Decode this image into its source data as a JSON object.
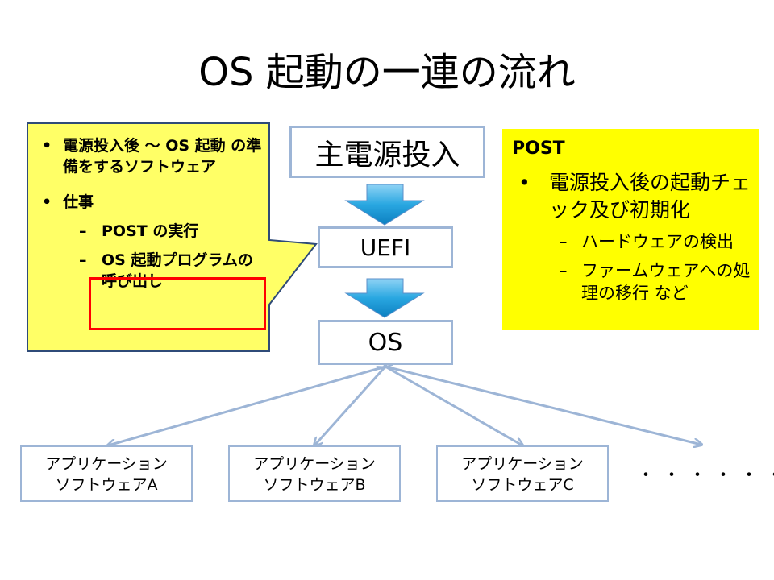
{
  "title": "OS 起動の一連の流れ",
  "flow": {
    "power_on": "主電源投入",
    "uefi": "UEFI",
    "os": "OS"
  },
  "apps": [
    {
      "line1": "アプリケーション",
      "line2": "ソフトウェアA"
    },
    {
      "line1": "アプリケーション",
      "line2": "ソフトウェアB"
    },
    {
      "line1": "アプリケーション",
      "line2": "ソフトウェアC"
    }
  ],
  "ellipsis": "・・・・・・",
  "callout": {
    "bullet1": "電源投入後 〜 OS 起動 の準備をするソフトウェア",
    "bullet2": "仕事",
    "sub1": "POST の実行",
    "sub2": "OS 起動プログラムの呼び出し"
  },
  "post_box": {
    "heading": "POST",
    "main": "電源投入後の起動チェック及び初期化",
    "sub1": "ハードウェアの検出",
    "sub2": "ファームウェアへの処理の移行 など"
  },
  "colors": {
    "box_border": "#9db5d6",
    "arrow_fill": "#1e9cd8",
    "callout_fill": "#ffff66",
    "post_fill": "#ffff00",
    "highlight": "#ff0000",
    "connector": "#9db5d6"
  }
}
